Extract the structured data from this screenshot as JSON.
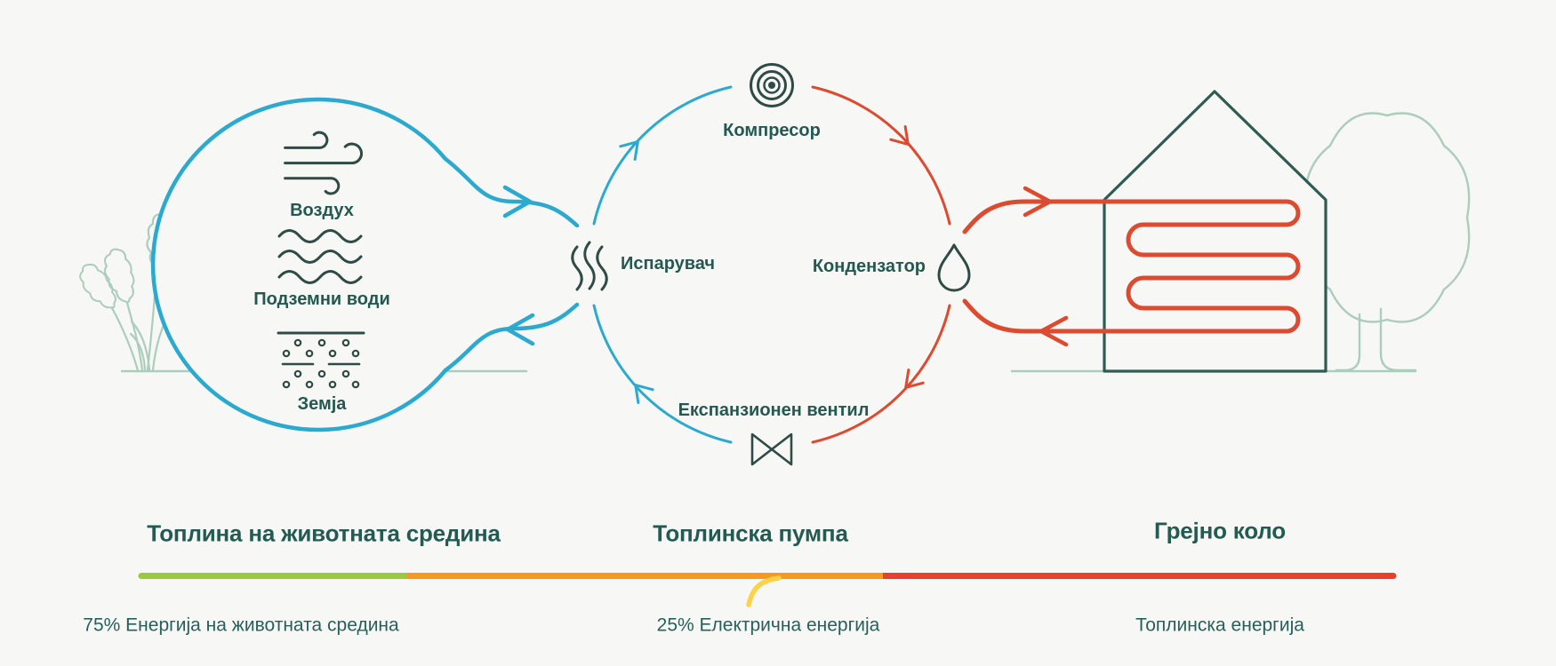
{
  "diagram": {
    "source_circle": {
      "items": [
        {
          "label": "Воздух",
          "icon": "wind-icon"
        },
        {
          "label": "Подземни води",
          "icon": "water-waves-icon"
        },
        {
          "label": "Земја",
          "icon": "soil-dots-icon"
        }
      ]
    },
    "heat_pump_cycle": {
      "compressor": {
        "label": "Компресор",
        "icon": "compressor-spiral-icon"
      },
      "condenser": {
        "label": "Кондензатор",
        "icon": "water-drop-icon"
      },
      "expansion_valve": {
        "label": "Експанзионен вентил",
        "icon": "valve-bowtie-icon"
      },
      "evaporator": {
        "label": "Испарувач",
        "icon": "steam-icon"
      }
    },
    "heating_circuit": {
      "icons": [
        "house-icon",
        "radiator-coil-icon",
        "tree-icon",
        "grass-icon"
      ]
    },
    "legend": {
      "sections": [
        {
          "heading": "Топлина на животната средина",
          "caption": "75% Енергија на животната средина",
          "bar_color": "#9BC93C"
        },
        {
          "heading": "Топлинска пумпа",
          "caption": "25% Електрична енергија",
          "bar_color": "#F8991D"
        },
        {
          "heading": "Грејно коло",
          "caption": "Топлинска енергија",
          "bar_color": "#E8402C"
        }
      ]
    },
    "colors": {
      "background": "#F7F8F6",
      "source_blue": "#2CA9CF",
      "heat_red": "#DD4A2F",
      "dark_teal_text": "#245851",
      "icon_teal": "#2F4B46",
      "decor_green": "#ABCDBC",
      "bar_green": "#9BC93C",
      "bar_orange": "#F8991D",
      "bar_red": "#E8402C",
      "electric_yellow": "#FFD147"
    }
  }
}
